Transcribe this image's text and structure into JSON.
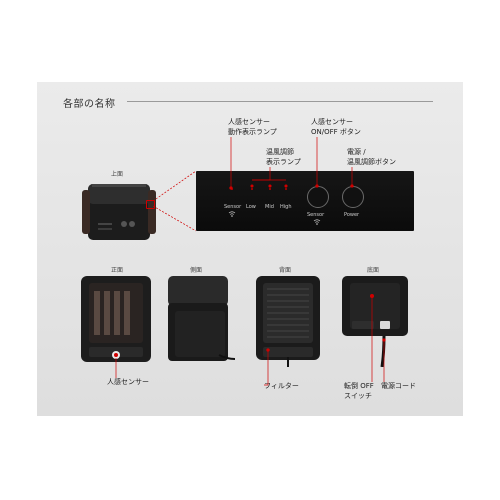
{
  "section": {
    "title": "各部の名称"
  },
  "views": {
    "top": "上面",
    "front": "正面",
    "side": "側面",
    "back": "背面",
    "bottom": "底面"
  },
  "callouts": {
    "sensor_led": [
      "人感センサー",
      "動作表示ランプ"
    ],
    "temp_led": [
      "温風調節",
      "表示ランプ"
    ],
    "sensor_button": [
      "人感センサー",
      "ON/OFF ボタン"
    ],
    "power_button": [
      "電源 /",
      "温風調節ボタン"
    ],
    "human_sensor": "人感センサー",
    "filter": "フィルター",
    "tip_switch": [
      "転倒 OFF",
      "スイッチ"
    ],
    "power_cord": "電源コード"
  },
  "panel_labels": {
    "sensor": "Sensor",
    "low": "Low",
    "mid": "Mid",
    "high": "High",
    "sensor_button": "Sensor",
    "power_button": "Power"
  },
  "colors": {
    "accent": "#d10000",
    "panel_bg": "#e4e4e4",
    "device": "#1a1a1a"
  }
}
